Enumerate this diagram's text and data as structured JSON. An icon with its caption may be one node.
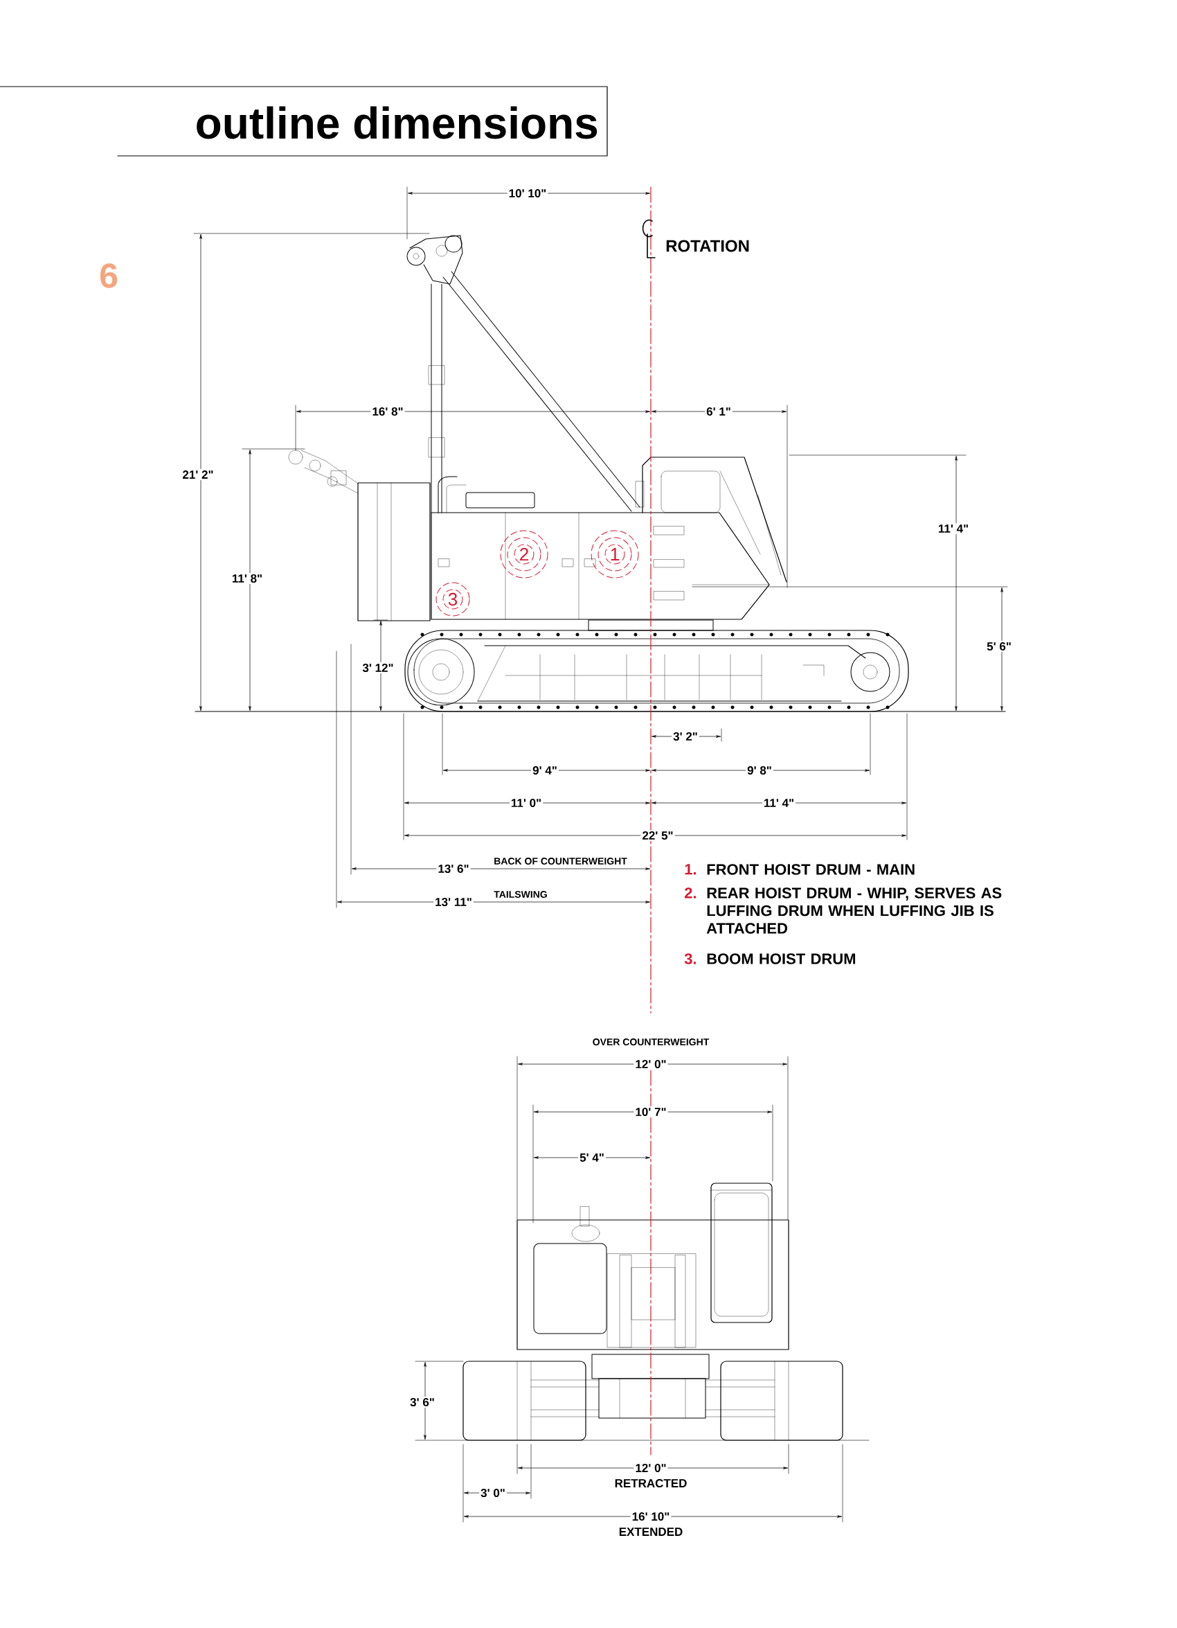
{
  "diagram": {
    "title": "outline dimensions",
    "labels": [
      "6",
      "10' 10\"",
      "ROTATION",
      "21' 2\"",
      "16' 8\"",
      "6' 1\"",
      "11' 4\"",
      "11' 8\"",
      "2",
      "1",
      "3",
      "5' 6\"",
      "3' 12\"",
      "3' 2\"",
      "9' 4\"",
      "9' 8\"",
      "11' 0\"",
      "11' 4\"",
      "22' 5\"",
      "13' 6\"",
      "BACK OF COUNTERWEIGHT",
      "1.",
      "FRONT HOIST DRUM - MAIN",
      "TAILSWING",
      "13' 11\"",
      "2.",
      "REAR HOIST DRUM - WHIP, SERVES AS LUFFING DRUM WHEN LUFFING JIB IS ATTACHED",
      "3.",
      "BOOM HOIST DRUM",
      "OVER COUNTERWEIGHT",
      "12' 0\"",
      "10' 7\"",
      "5' 4\"",
      "3' 6\"",
      "12' 0\"",
      "RETRACTED",
      "3' 0\"",
      "16' 10\"",
      "EXTENDED"
    ]
  }
}
